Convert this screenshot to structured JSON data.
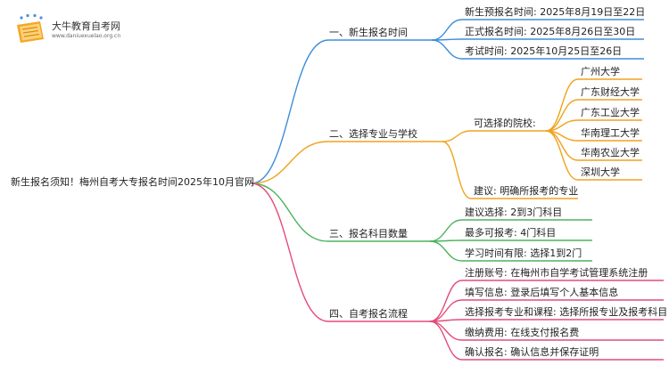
{
  "logo": {
    "title": "大牛教育自考网",
    "url": "www.daniuexuelao.org.cn",
    "icon": "book-icon",
    "colors": {
      "book": "#f5a623",
      "stars": "#4a90d9"
    }
  },
  "root": {
    "text": "新生报名须知！梅州自考大专报名时间2025年10月官网"
  },
  "colors": {
    "blue": "#3e8ed8",
    "orange": "#f0a21e",
    "green": "#4cb35c",
    "pink": "#e44b78"
  },
  "branches": [
    {
      "text": "一、新生报名时间",
      "children": [
        {
          "text": "新生预报名时间: 2025年8月19日至22日"
        },
        {
          "text": "正式报名时间: 2025年8月26日至30日"
        },
        {
          "text": "考试时间: 2025年10月25日至26日"
        }
      ]
    },
    {
      "text": "二、选择专业与学校",
      "children": [
        {
          "text": "可选择的院校:",
          "children": [
            {
              "text": "广州大学"
            },
            {
              "text": "广东财经大学"
            },
            {
              "text": "广东工业大学"
            },
            {
              "text": "华南理工大学"
            },
            {
              "text": "华南农业大学"
            },
            {
              "text": "深圳大学"
            }
          ]
        },
        {
          "text": "建议: 明确所报考的专业"
        }
      ]
    },
    {
      "text": "三、报名科目数量",
      "children": [
        {
          "text": "建议选择: 2到3门科目"
        },
        {
          "text": "最多可报考: 4门科目"
        },
        {
          "text": "学习时间有限: 选择1到2门"
        }
      ]
    },
    {
      "text": "四、自考报名流程",
      "children": [
        {
          "text": "注册账号: 在梅州市自学考试管理系统注册"
        },
        {
          "text": "填写信息: 登录后填写个人基本信息"
        },
        {
          "text": "选择报考专业和课程: 选择所报专业及报考科目"
        },
        {
          "text": "缴纳费用: 在线支付报名费"
        },
        {
          "text": "确认报名: 确认信息并保存证明"
        }
      ]
    }
  ]
}
